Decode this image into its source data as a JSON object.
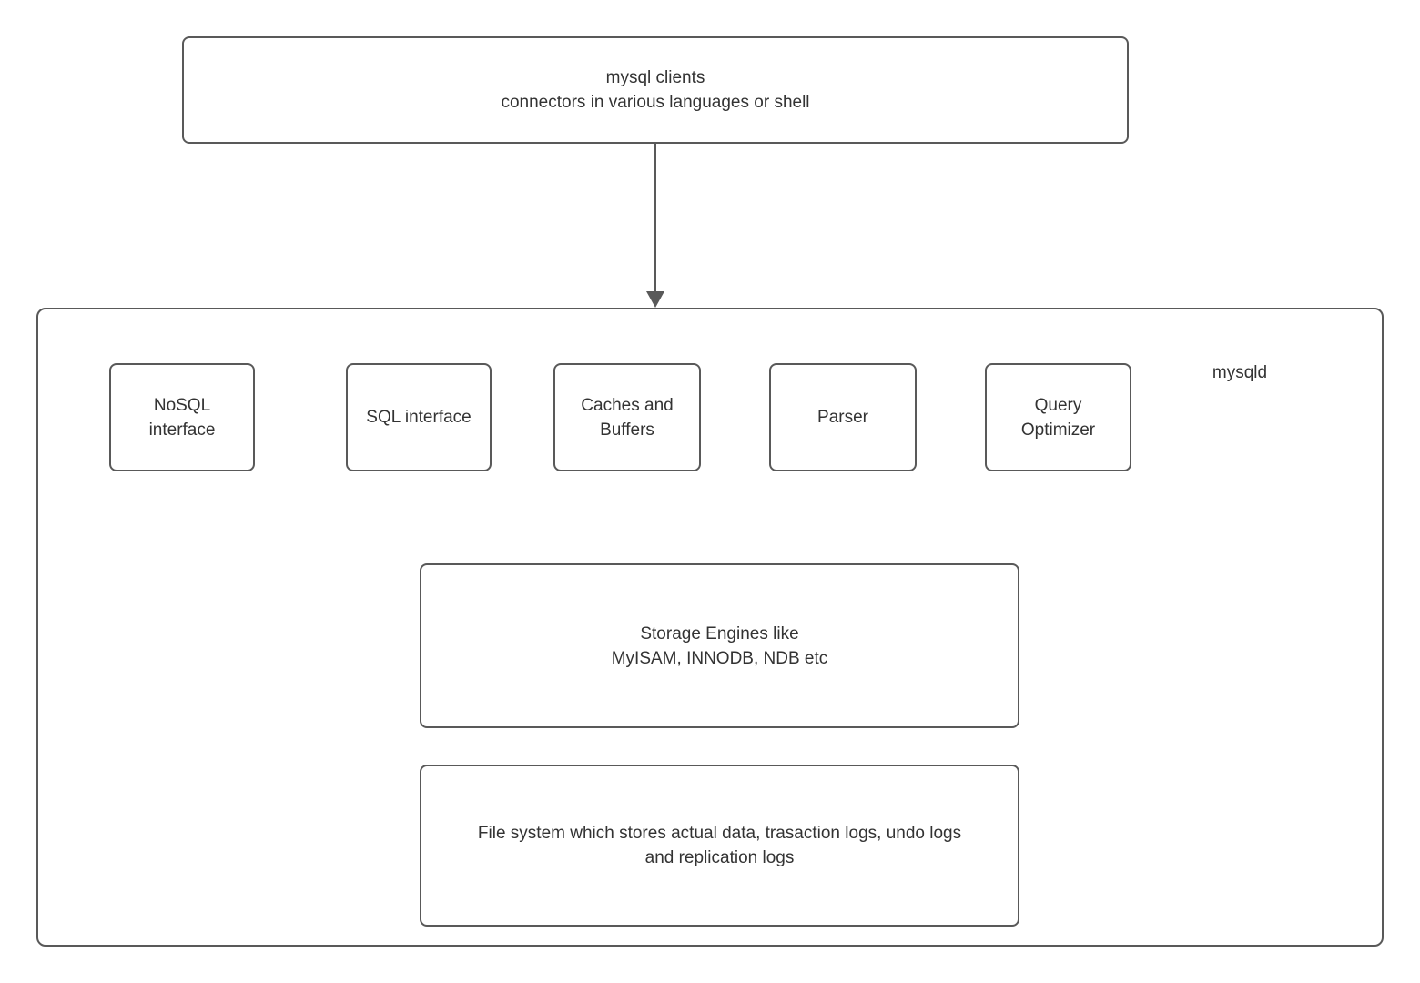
{
  "diagram": {
    "clients_box": {
      "label": "mysql clients\nconnectors in various languages or shell"
    },
    "mysqld": {
      "label": "mysqld",
      "components": [
        {
          "id": "nosql-interface",
          "label": "NoSQL\ninterface"
        },
        {
          "id": "sql-interface",
          "label": "SQL interface"
        },
        {
          "id": "caches-and-buffers",
          "label": "Caches and\nBuffers"
        },
        {
          "id": "parser",
          "label": "Parser"
        },
        {
          "id": "query-optimizer",
          "label": "Query\nOptimizer"
        }
      ],
      "storage_box": {
        "label": "Storage Engines like\nMyISAM, INNODB, NDB etc"
      },
      "filesystem_box": {
        "label": "File system which stores actual data, trasaction logs, undo logs\nand replication logs"
      }
    },
    "colors": {
      "border": "#595959",
      "text": "#333333",
      "background": "#ffffff"
    }
  }
}
